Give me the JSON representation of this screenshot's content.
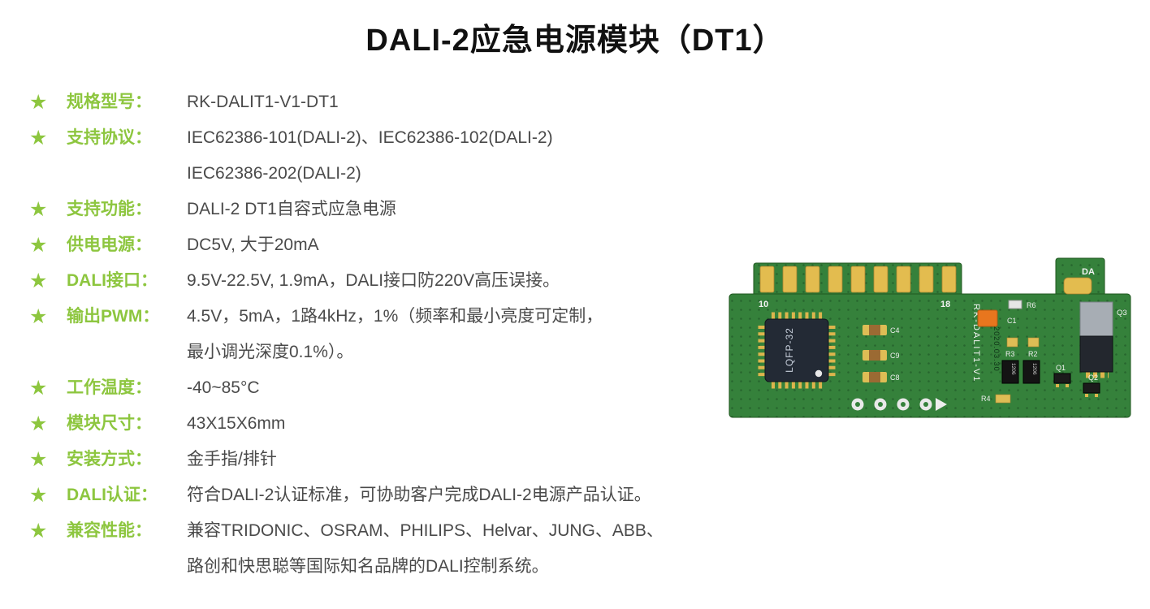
{
  "page": {
    "title": "DALI-2应急电源模块（DT1）"
  },
  "icons": {
    "star": "★"
  },
  "colors": {
    "accent_green": "#8dc63f",
    "text": "#4a4a4a",
    "title": "#111111",
    "pcb_green": "#35813b",
    "gold": "#e3bc4f"
  },
  "specs": [
    {
      "label": "规格型号：",
      "lines": [
        "RK-DALIT1-V1-DT1"
      ]
    },
    {
      "label": "支持协议：",
      "lines": [
        "IEC62386-101(DALI-2)、IEC62386-102(DALI-2)",
        "IEC62386-202(DALI-2)"
      ]
    },
    {
      "label": "支持功能：",
      "lines": [
        "DALI-2 DT1自容式应急电源"
      ]
    },
    {
      "label": "供电电源：",
      "lines": [
        "DC5V, 大于20mA"
      ]
    },
    {
      "label": "DALI接口：",
      "lines": [
        "9.5V-22.5V, 1.9mA，DALI接口防220V高压误接。"
      ]
    },
    {
      "label": "输出PWM：",
      "lines": [
        "4.5V，5mA，1路4kHz，1%（频率和最小亮度可定制，",
        "最小调光深度0.1%）。"
      ]
    },
    {
      "label": "工作温度：",
      "lines": [
        "-40~85°C"
      ]
    },
    {
      "label": "模块尺寸：",
      "lines": [
        "43X15X6mm"
      ]
    },
    {
      "label": "安装方式：",
      "lines": [
        "金手指/排针"
      ]
    },
    {
      "label": "DALI认证：",
      "lines": [
        "符合DALI-2认证标准，可协助客户完成DALI-2电源产品认证。"
      ]
    },
    {
      "label": "兼容性能：",
      "lines": [
        "兼容TRIDONIC、OSRAM、PHILIPS、Helvar、JUNG、ABB、",
        "路创和快思聪等国际知名品牌的DALI控制系统。"
      ]
    }
  ],
  "pcb": {
    "labels": {
      "pin_left": "10",
      "pin_right": "18",
      "chip_label": "LQFP-32",
      "model_label": "RK-DALIT1-V1",
      "date_label": "2020.03.30",
      "da_label": "DA",
      "c4": "C4",
      "c9": "C9",
      "c8": "C8",
      "c1": "C1",
      "r6": "R6",
      "r3": "R3",
      "r2": "R2",
      "r4": "R4",
      "q1": "Q1",
      "q2": "Q2",
      "q3": "Q3",
      "chip1206": "1206"
    }
  }
}
